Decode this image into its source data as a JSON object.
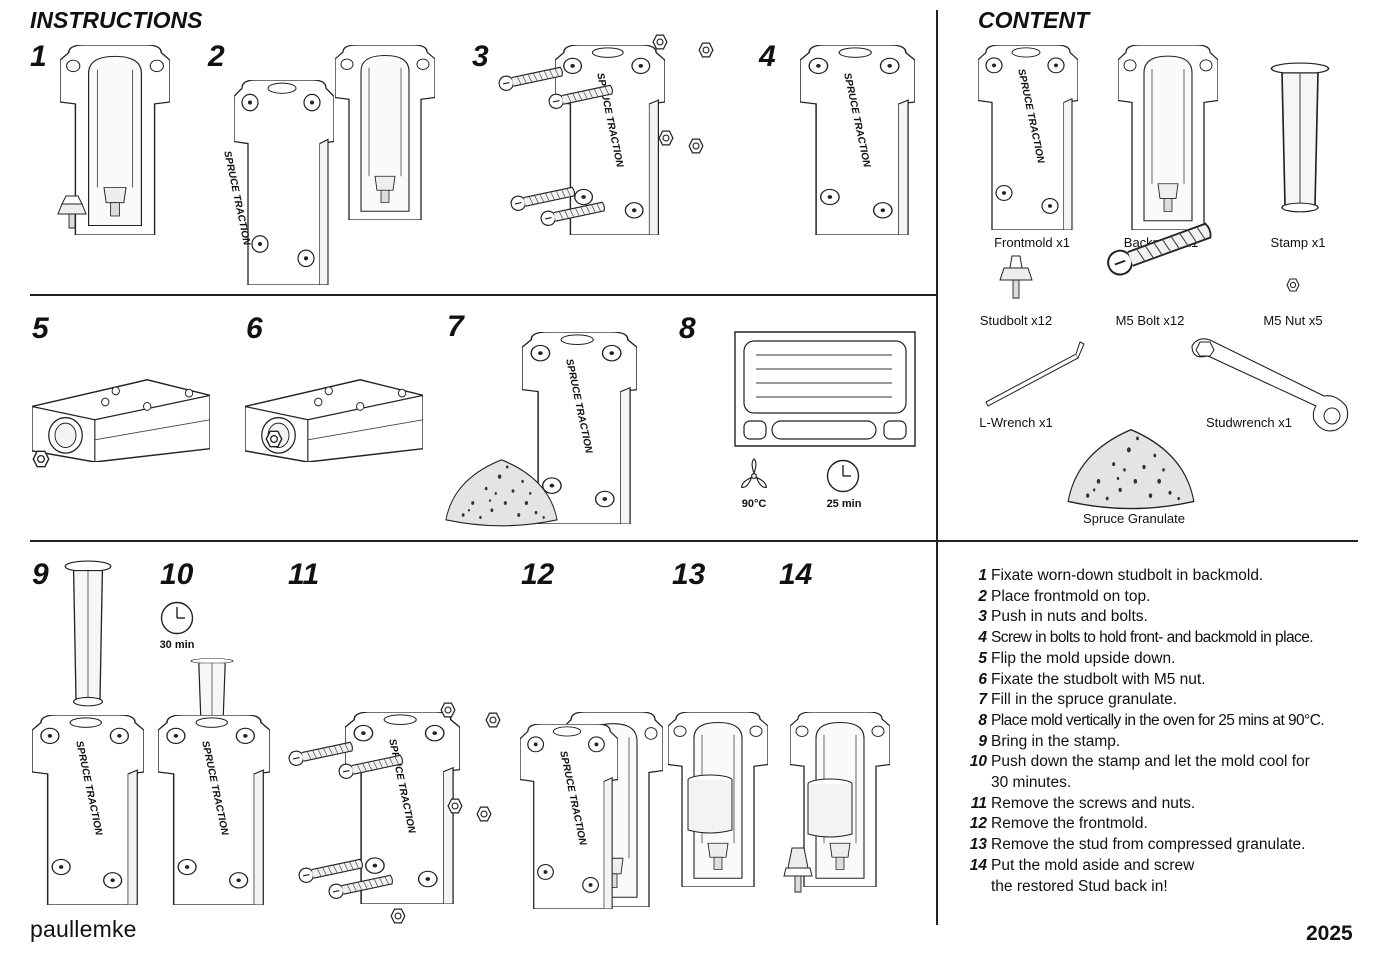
{
  "headings": {
    "instructions": "INSTRUCTIONS",
    "content": "CONTENT"
  },
  "steps": [
    "1",
    "2",
    "3",
    "4",
    "5",
    "6",
    "7",
    "8",
    "9",
    "10",
    "11",
    "12",
    "13",
    "14"
  ],
  "mold_engraving": "SPRUCE TRACTION",
  "oven": {
    "temp_label": "90°C",
    "time_label": "25 min"
  },
  "cool_timer": "30 min",
  "contents": [
    {
      "label": "Frontmold x1"
    },
    {
      "label": "Backmold x1"
    },
    {
      "label": "Stamp x1"
    },
    {
      "label": "Studbolt x12"
    },
    {
      "label": "M5 Bolt x12"
    },
    {
      "label": "M5 Nut x5"
    },
    {
      "label": "L-Wrench x1"
    },
    {
      "label": "Studwrench x1"
    },
    {
      "label": "Spruce Granulate"
    }
  ],
  "instructions_list": [
    {
      "n": "1",
      "text": "Fixate worn-down studbolt in backmold."
    },
    {
      "n": "2",
      "text": "Place frontmold on top."
    },
    {
      "n": "3",
      "text": "Push in nuts and bolts."
    },
    {
      "n": "4",
      "text": "Screw in bolts to hold front- and backmold in place."
    },
    {
      "n": "5",
      "text": "Flip the mold upside down."
    },
    {
      "n": "6",
      "text": "Fixate the studbolt with M5 nut."
    },
    {
      "n": "7",
      "text": "Fill in the spruce granulate."
    },
    {
      "n": "8",
      "text": "Place mold vertically in the oven for 25 mins at 90°C."
    },
    {
      "n": "9",
      "text": "Bring in the stamp."
    },
    {
      "n": "10",
      "text": "Push down the stamp and let the mold cool for 30 minutes."
    },
    {
      "n": "11",
      "text": "Remove the screws and nuts."
    },
    {
      "n": "12",
      "text": "Remove the frontmold."
    },
    {
      "n": "13",
      "text": "Remove the stud from compressed granulate."
    },
    {
      "n": "14",
      "text": "Put the mold aside and screw the restored Stud back in!"
    }
  ],
  "brand": "paullemke",
  "year": "2025"
}
